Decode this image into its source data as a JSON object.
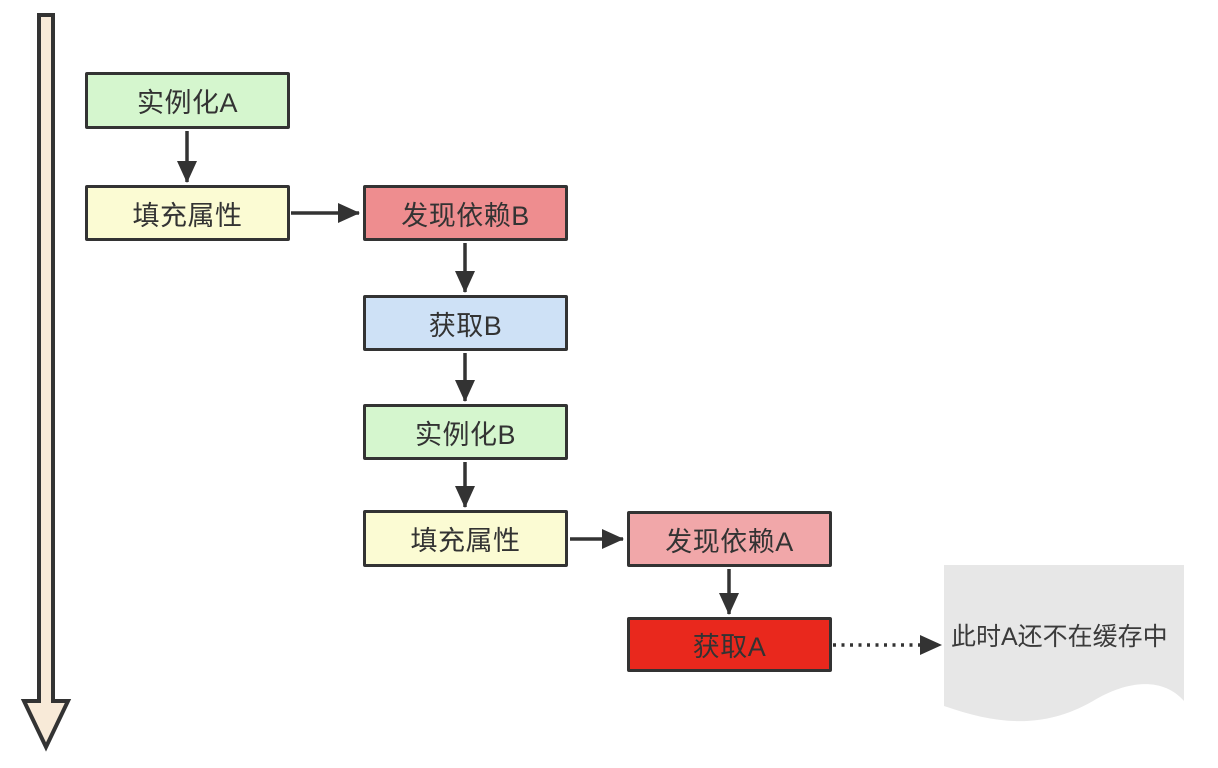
{
  "colors": {
    "background": "#ffffff",
    "stroke": "#333333",
    "text": "#333333",
    "timeline_fill": "#f8ead8",
    "green_fill": "#d5f6ce",
    "yellow_fill": "#fbfbd3",
    "salmon_fill": "#ee8d8f",
    "blue_fill": "#cee1f6",
    "pink_fill": "#f1a7a9",
    "red_fill": "#e9281d",
    "note_fill": "#e7e7e7",
    "note_text": "#3b3b3b"
  },
  "nodes": [
    {
      "id": "instantiate-a",
      "label": "实例化A",
      "fill": "#d5f6ce"
    },
    {
      "id": "fill-properties-a",
      "label": "填充属性",
      "fill": "#fbfbd3"
    },
    {
      "id": "discover-dependency-b",
      "label": "发现依赖B",
      "fill": "#ee8d8f"
    },
    {
      "id": "get-b",
      "label": "获取B",
      "fill": "#cee1f6"
    },
    {
      "id": "instantiate-b",
      "label": "实例化B",
      "fill": "#d5f6ce"
    },
    {
      "id": "fill-properties-b",
      "label": "填充属性",
      "fill": "#fbfbd3"
    },
    {
      "id": "discover-dependency-a",
      "label": "发现依赖A",
      "fill": "#f1a7a9"
    },
    {
      "id": "get-a",
      "label": "获取A",
      "fill": "#e9281d"
    }
  ],
  "note": {
    "label": "此时A还不在缓存中"
  }
}
